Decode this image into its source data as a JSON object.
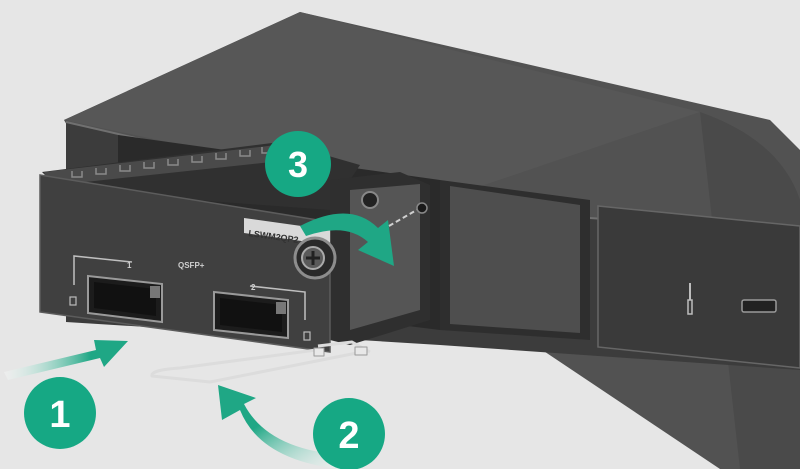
{
  "steps": [
    {
      "label": "1"
    },
    {
      "label": "2"
    },
    {
      "label": "3"
    }
  ],
  "module": {
    "model_label": "LSWM2QP2",
    "port_type_label": "QSFP+",
    "port_labels": [
      "1",
      "2"
    ]
  },
  "colors": {
    "step_badge": "#16a884",
    "arrow": "#1fa785",
    "chassis": "#3f3f3f",
    "background": "#e6e6e6"
  }
}
